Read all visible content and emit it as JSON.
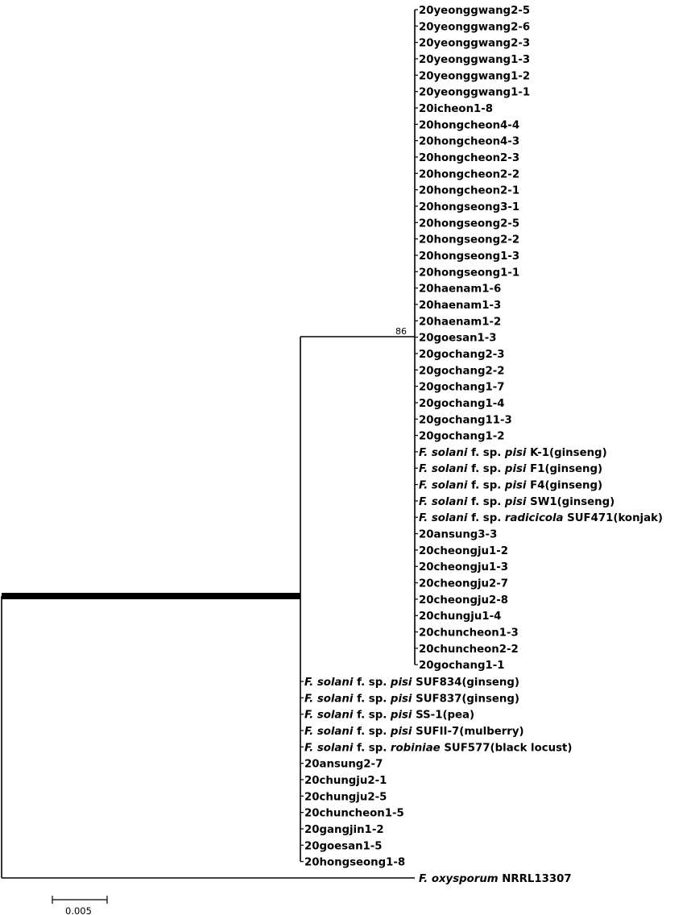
{
  "tree": {
    "bootstrap_label": "86",
    "scale_label": "0.005",
    "clade_inner": [
      {
        "text": "20yeonggwang2-5"
      },
      {
        "text": "20yeonggwang2-6"
      },
      {
        "text": "20yeonggwang2-3"
      },
      {
        "text": "20yeonggwang1-3"
      },
      {
        "text": "20yeonggwang1-2"
      },
      {
        "text": "20yeonggwang1-1"
      },
      {
        "text": "20icheon1-8"
      },
      {
        "text": "20hongcheon4-4"
      },
      {
        "text": "20hongcheon4-3"
      },
      {
        "text": "20hongcheon2-3"
      },
      {
        "text": "20hongcheon2-2"
      },
      {
        "text": "20hongcheon2-1"
      },
      {
        "text": "20hongseong3-1"
      },
      {
        "text": "20hongseong2-5"
      },
      {
        "text": "20hongseong2-2"
      },
      {
        "text": "20hongseong1-3"
      },
      {
        "text": "20hongseong1-1"
      },
      {
        "text": "20haenam1-6"
      },
      {
        "text": "20haenam1-3"
      },
      {
        "text": "20haenam1-2"
      },
      {
        "text": "20goesan1-3"
      },
      {
        "text": "20gochang2-3"
      },
      {
        "text": "20gochang2-2"
      },
      {
        "text": "20gochang1-7"
      },
      {
        "text": "20gochang1-4"
      },
      {
        "text": "20gochang11-3"
      },
      {
        "text": "20gochang1-2"
      },
      {
        "species": "F. solani",
        "mid": " f. sp. ",
        "forma": "pisi",
        "rest": " K-1(ginseng)"
      },
      {
        "species": "F. solani",
        "mid": " f. sp. ",
        "forma": "pisi",
        "rest": " F1(ginseng)"
      },
      {
        "species": "F. solani",
        "mid": " f. sp. ",
        "forma": "pisi",
        "rest": " F4(ginseng)"
      },
      {
        "species": "F. solani",
        "mid": " f. sp. ",
        "forma": "pisi",
        "rest": " SW1(ginseng)"
      },
      {
        "species": "F. solani",
        "mid": " f. sp. ",
        "forma": "radicicola",
        "rest": " SUF471(konjak)"
      },
      {
        "text": "20ansung3-3"
      },
      {
        "text": "20cheongju1-2"
      },
      {
        "text": "20cheongju1-3"
      },
      {
        "text": "20cheongju2-7"
      },
      {
        "text": "20cheongju2-8"
      },
      {
        "text": "20chungju1-4"
      },
      {
        "text": "20chuncheon1-3"
      },
      {
        "text": "20chuncheon2-2"
      },
      {
        "text": "20gochang1-1"
      }
    ],
    "clade_outer": [
      {
        "species": "F. solani",
        "mid": " f. sp. ",
        "forma": "pisi",
        "rest": " SUF834(ginseng)"
      },
      {
        "species": "F. solani",
        "mid": " f. sp. ",
        "forma": "pisi",
        "rest": " SUF837(ginseng)"
      },
      {
        "species": "F. solani",
        "mid": " f. sp. ",
        "forma": "pisi",
        "rest": " SS-1(pea)"
      },
      {
        "species": "F. solani",
        "mid": " f. sp. ",
        "forma": "pisi",
        "rest": " SUFII-7(mulberry)"
      },
      {
        "species": "F. solani",
        "mid": " f. sp. ",
        "forma": "robiniae",
        "rest": " SUF577(black locust)"
      },
      {
        "text": "20ansung2-7"
      },
      {
        "text": "20chungju2-1"
      },
      {
        "text": "20chungju2-5"
      },
      {
        "text": "20chuncheon1-5"
      },
      {
        "text": "20gangjin1-2"
      },
      {
        "text": "20goesan1-5"
      },
      {
        "text": "20hongseong1-8"
      }
    ],
    "outgroup": {
      "species": "F. oxysporum",
      "rest": " NRRL13307"
    }
  }
}
